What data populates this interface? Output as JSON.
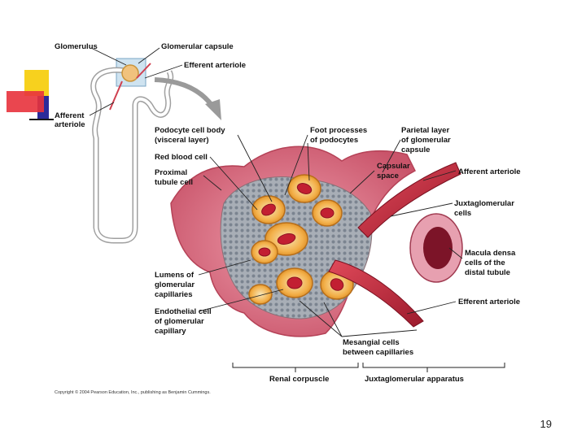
{
  "labels": {
    "glomerulus": "Glomerulus",
    "glomerular_capsule": "Glomerular capsule",
    "efferent_arteriole_top": "Efferent arteriole",
    "afferent_1": "Afferent",
    "afferent_2": "arteriole",
    "podocyte_1": "Podocyte cell body",
    "podocyte_2": "(visceral layer)",
    "foot_1": "Foot processes",
    "foot_2": "of podocytes",
    "parietal_1": "Parietal layer",
    "parietal_2": "of glomerular",
    "parietal_3": "capsule",
    "rbc": "Red blood cell",
    "proximal_1": "Proximal",
    "proximal_2": "tubule cell",
    "capsular_1": "Capsular",
    "capsular_2": "space",
    "afferent_arteriole_right": "Afferent arteriole",
    "jg_1": "Juxtaglomerular",
    "jg_2": "cells",
    "macula_1": "Macula densa",
    "macula_2": "cells of the",
    "macula_3": "distal tubule",
    "lumens_1": "Lumens of",
    "lumens_2": "glomerular",
    "lumens_3": "capillaries",
    "endo_1": "Endothelial cell",
    "endo_2": "of glomerular",
    "endo_3": "capillary",
    "efferent_arteriole_right": "Efferent arteriole",
    "mesangial_1": "Mesangial cells",
    "mesangial_2": "between capillaries",
    "renal_corpuscle": "Renal corpuscle",
    "jg_apparatus": "Juxtaglomerular apparatus"
  },
  "copyright": "Copyright © 2004 Pearson Education, Inc., publishing as Benjamin Cummings.",
  "page_number": "19",
  "colors": {
    "deco_yellow": "#f7d11e",
    "deco_red": "#e8323c",
    "deco_blue": "#2b2b9a",
    "tissue": "#d9677a",
    "artery": "#c0243a",
    "capsule_space": "#9aa3ad",
    "podocyte": "#f2a533"
  }
}
